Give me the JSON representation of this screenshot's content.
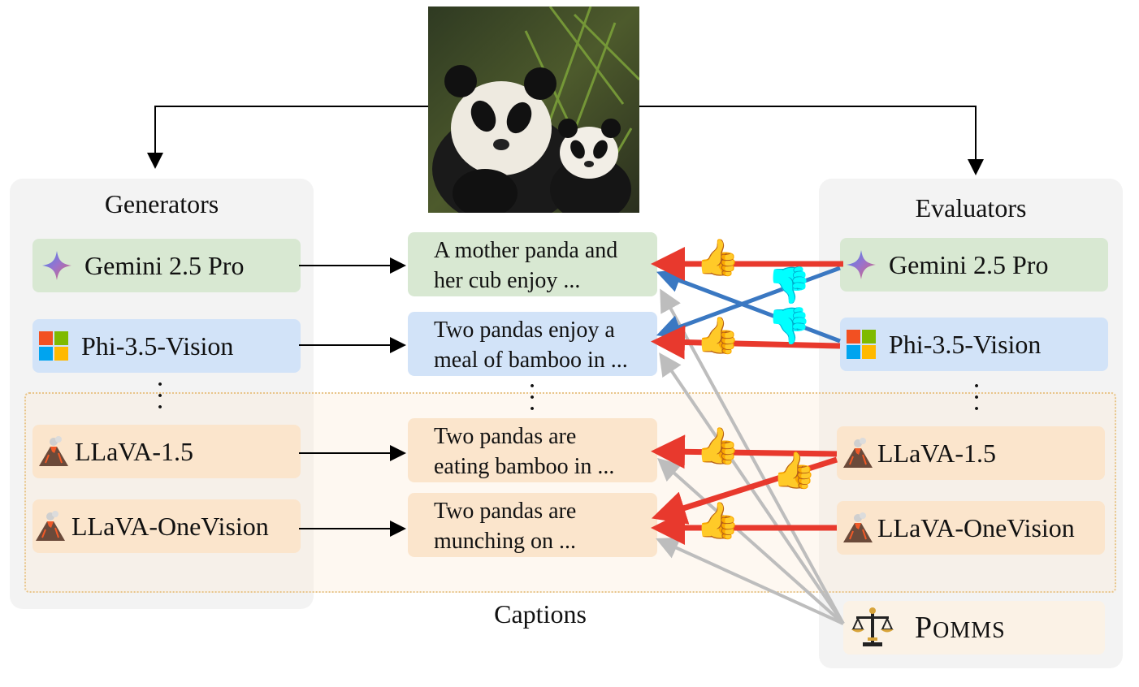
{
  "generators": {
    "title": "Generators",
    "items": [
      {
        "label": "Gemini 2.5 Pro",
        "icon": "gemini-sparkle-icon"
      },
      {
        "label": "Phi-3.5-Vision",
        "icon": "microsoft-logo-icon"
      },
      {
        "label": "LLaVA-1.5",
        "icon": "volcano-icon"
      },
      {
        "label": "LLaVA-OneVision",
        "icon": "volcano-icon"
      }
    ]
  },
  "captions": {
    "title": "Captions",
    "items": [
      {
        "line1": "A mother panda and",
        "line2": "her cub enjoy ..."
      },
      {
        "line1": "Two pandas enjoy a",
        "line2": "meal of bamboo in ..."
      },
      {
        "line1": "Two pandas are",
        "line2": "eating bamboo in ..."
      },
      {
        "line1": "Two pandas are",
        "line2": "munching on ..."
      }
    ]
  },
  "evaluators": {
    "title": "Evaluators",
    "items": [
      {
        "label": "Gemini 2.5 Pro",
        "icon": "gemini-sparkle-icon"
      },
      {
        "label": "Phi-3.5-Vision",
        "icon": "microsoft-logo-icon"
      },
      {
        "label": "LLaVA-1.5",
        "icon": "volcano-icon"
      },
      {
        "label": "LLaVA-OneVision",
        "icon": "volcano-icon"
      }
    ],
    "pomms": {
      "big": "P",
      "rest": "OMMS",
      "icon": "balance-scale-icon"
    }
  },
  "image": {
    "subject": "panda-photo"
  },
  "colors": {
    "positive_arrow": "#e8392d",
    "negative_arrow": "#3a78c2",
    "pomms_arrow": "#bdbdbd",
    "flow_arrow": "#000000"
  }
}
